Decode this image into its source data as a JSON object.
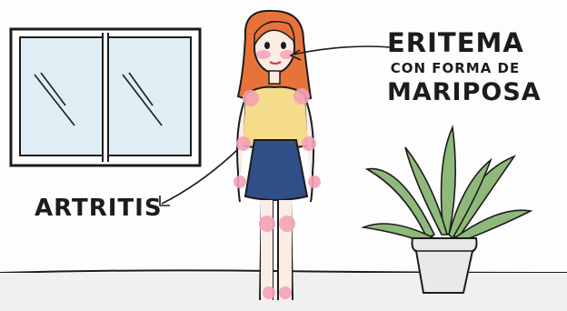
{
  "labels": {
    "eritema_line1": "ERITEMA",
    "eritema_line2": "CON FORMA DE",
    "eritema_line3": "MARIPOSA",
    "artritis": "ARTRITIS"
  },
  "icons": [
    "window",
    "woman-figure",
    "potted-plant",
    "arrow"
  ],
  "colors": {
    "hair": "#e8733a",
    "shirt": "#f5dc8a",
    "skirt": "#2f4f86",
    "joint_highlight": "#f4a2b8",
    "window_glass": "#dfeef5",
    "plant_leaf": "#8fb97a",
    "pot": "#e9e9e9",
    "ink": "#1c1c1c"
  }
}
